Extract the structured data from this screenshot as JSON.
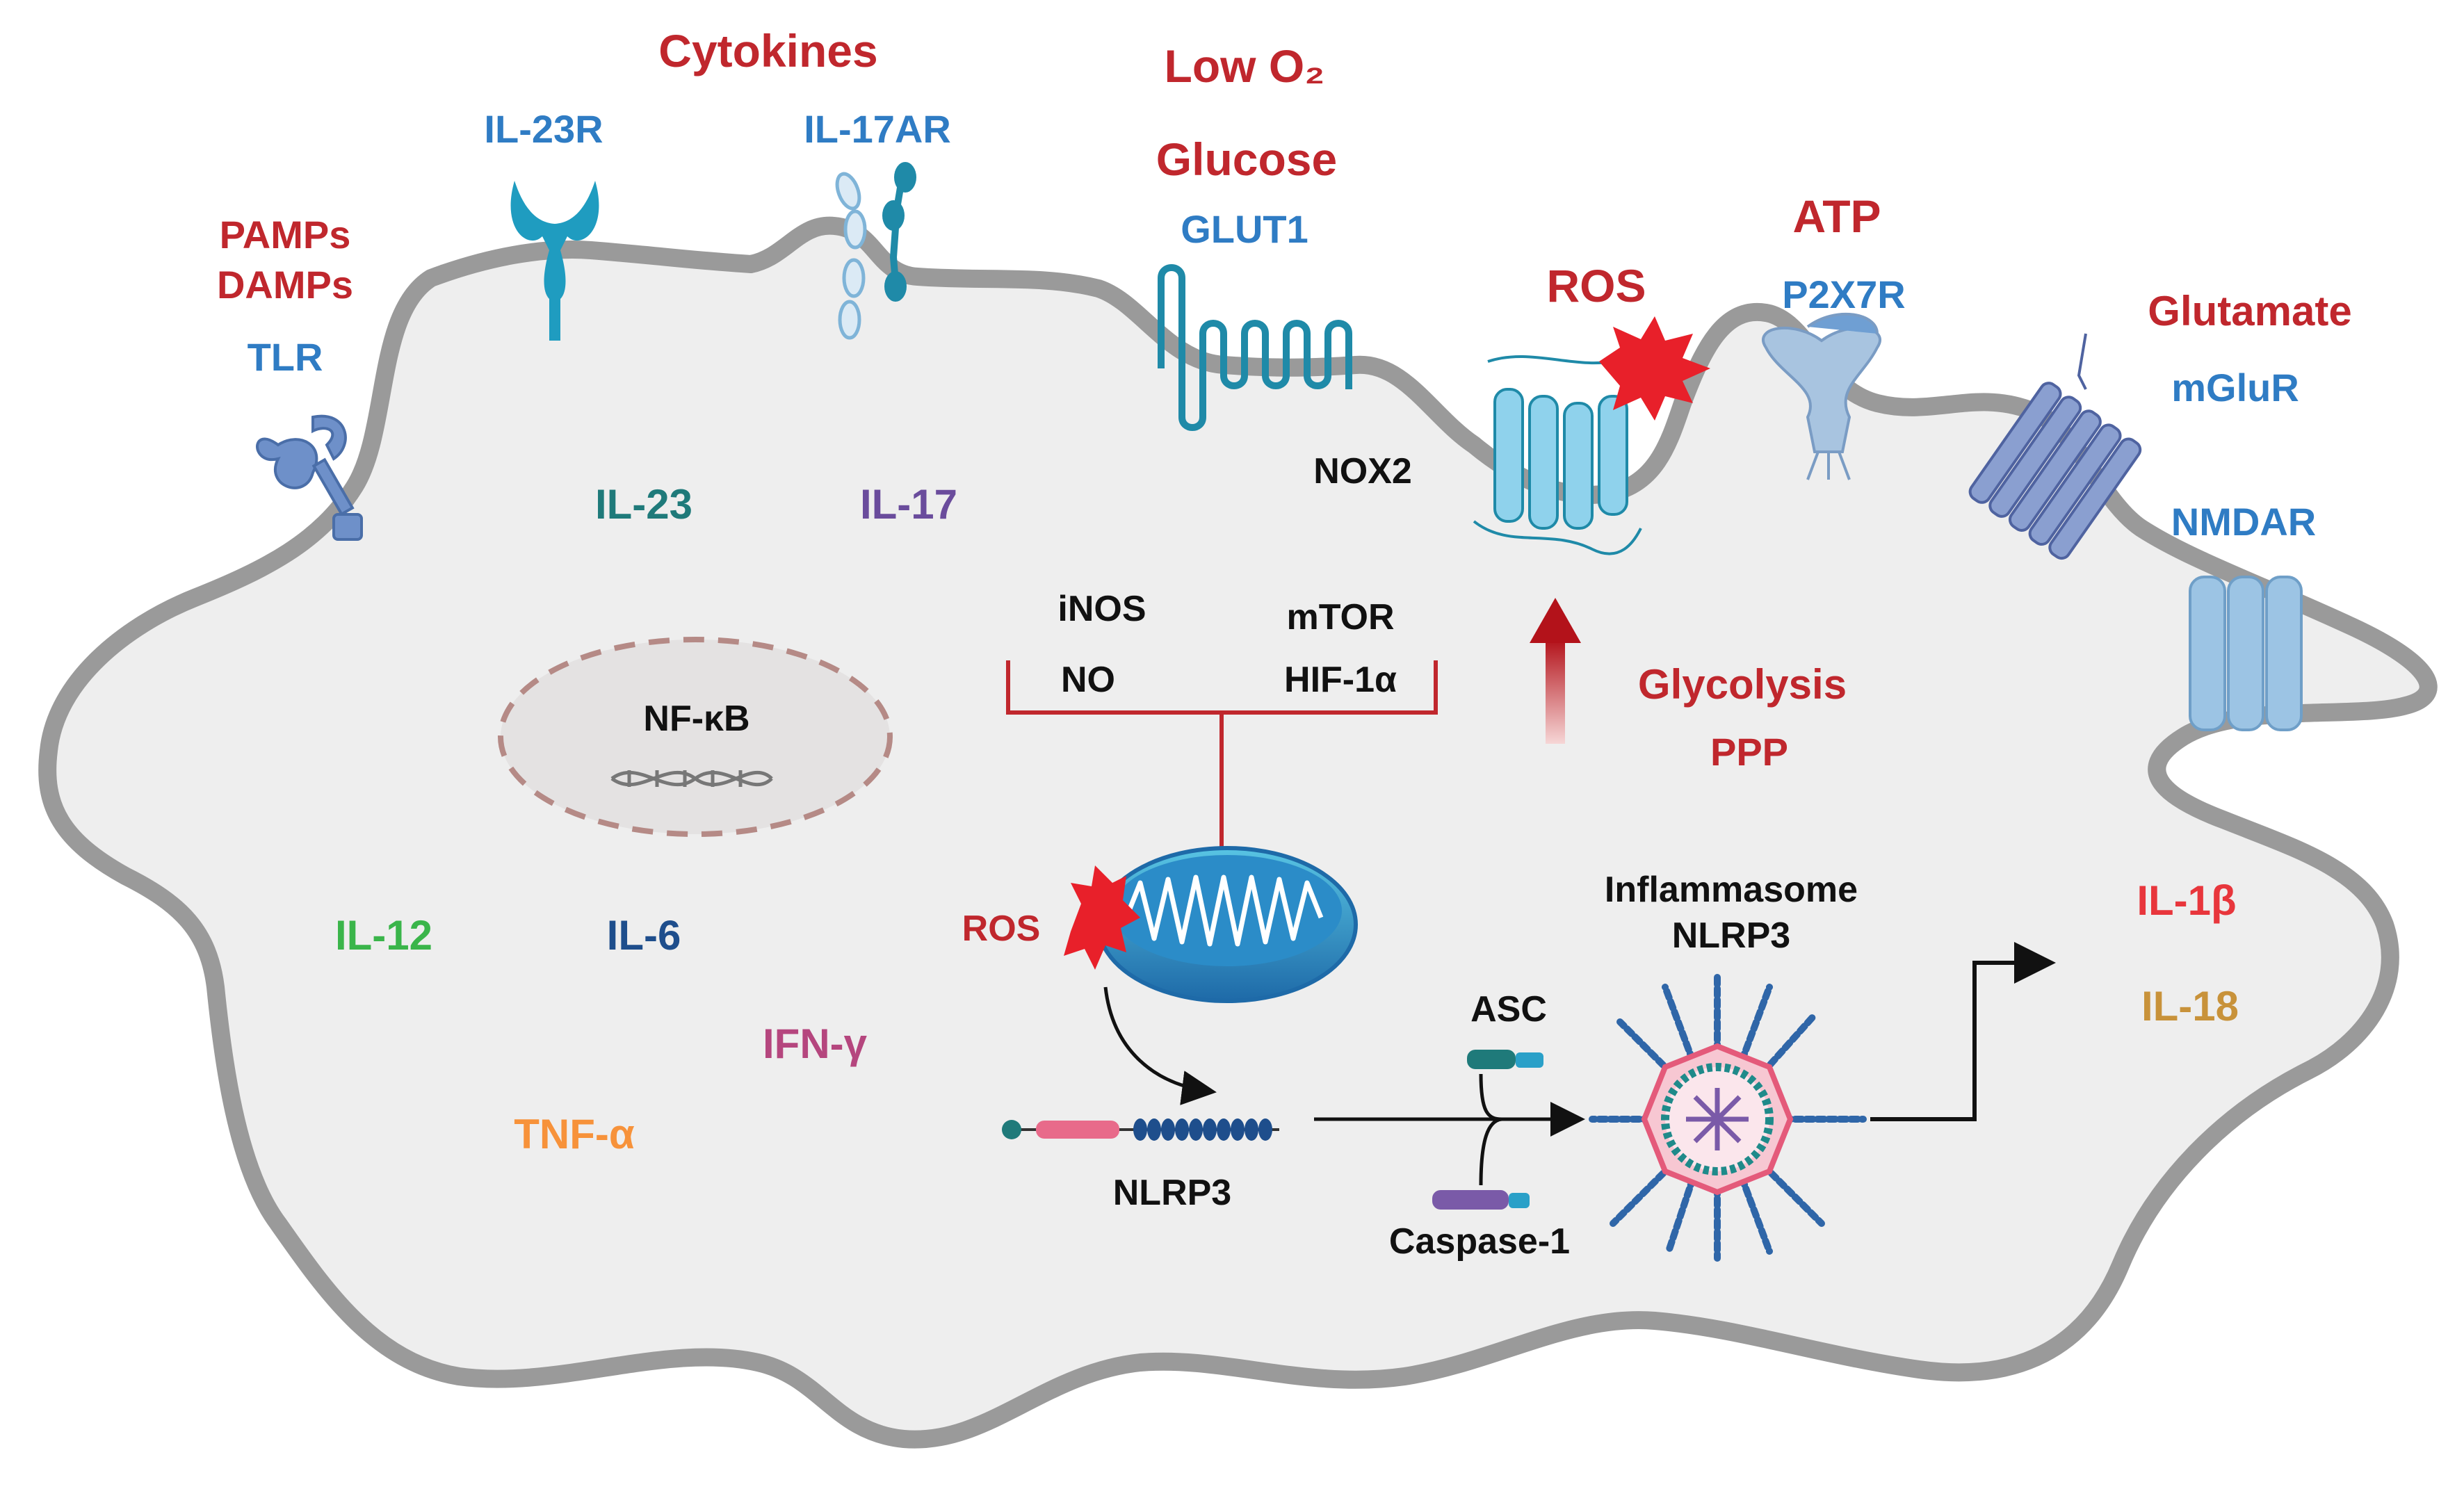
{
  "stimuli": {
    "cytokines": "Cytokines",
    "low_o2": "Low O₂",
    "glucose": "Glucose",
    "pamps": "PAMPs",
    "damps": "DAMPs",
    "atp": "ATP",
    "ros_top": "ROS",
    "glutamate": "Glutamate"
  },
  "receptors": {
    "il23r": "IL-23R",
    "il17ar": "IL-17AR",
    "glut1": "GLUT1",
    "tlr": "TLR",
    "p2x7r": "P2X7R",
    "mglur": "mGluR",
    "nmdar": "NMDAR",
    "nox2": "NOX2"
  },
  "cytokines_inside": {
    "il23": "IL-23",
    "il17": "IL-17",
    "il12": "IL-12",
    "il6": "IL-6",
    "ifng": "IFN-γ",
    "tnfa": "TNF-α"
  },
  "nucleus": {
    "label": "NF-κB"
  },
  "metabolic": {
    "inos": "iNOS",
    "no": "NO",
    "mtor": "mTOR",
    "hif1a": "HIF-1α",
    "glycolysis": "Glycolysis",
    "ppp": "PPP",
    "ros_mito": "ROS"
  },
  "inflammasome": {
    "nlrp3_gene": "NLRP3",
    "asc": "ASC",
    "caspase1": "Caspase-1",
    "title_line1": "Inflammasome",
    "title_line2": "NLRP3"
  },
  "outputs": {
    "il1b": "IL-1β",
    "il18": "IL-18"
  },
  "colors": {
    "stimulus": "#c0272d",
    "receptor": "#2f7cc4",
    "il23": "#1f7a7a",
    "il17": "#6a4c9c",
    "il12": "#3ab54a",
    "il6": "#1e4e8c",
    "ifng": "#b5467e",
    "tnfa": "#f7923a",
    "il1b": "#e8363c",
    "il18": "#c8923a",
    "cell_fill": "#eeeeee",
    "cell_border": "#9a9a9a"
  }
}
